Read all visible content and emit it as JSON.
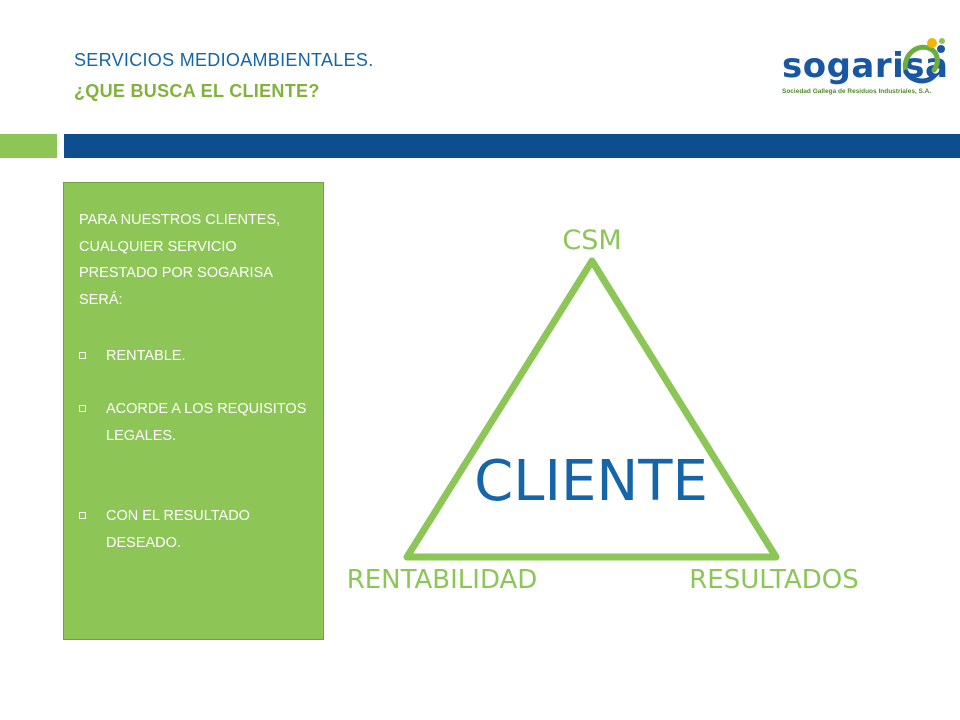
{
  "header": {
    "title_line1": "SERVICIOS MEDIOAMBIENTALES.",
    "title_line2": "¿QUE BUSCA EL CLIENTE?"
  },
  "logo": {
    "name": "sogarisa",
    "tagline": "Sociedad Gallega de Residuos Industriales, S.A."
  },
  "panel": {
    "intro": "PARA NUESTROS CLIENTES, CUALQUIER SERVICIO PRESTADO POR SOGARISA SERÁ:",
    "bullets": [
      "RENTABLE.",
      "ACORDE A LOS REQUISITOS LEGALES.",
      "CON EL RESULTADO DESEADO."
    ]
  },
  "diagram": {
    "top_label": "CSM",
    "center_label": "CLIENTE",
    "bottom_left_label": "RENTABILIDAD",
    "bottom_right_label": "RESULTADOS"
  },
  "colors": {
    "blue": "#1565a8",
    "green": "#8dc657",
    "dark_blue_bar": "#0d4f8e",
    "triangle_green": "#8cc657"
  }
}
